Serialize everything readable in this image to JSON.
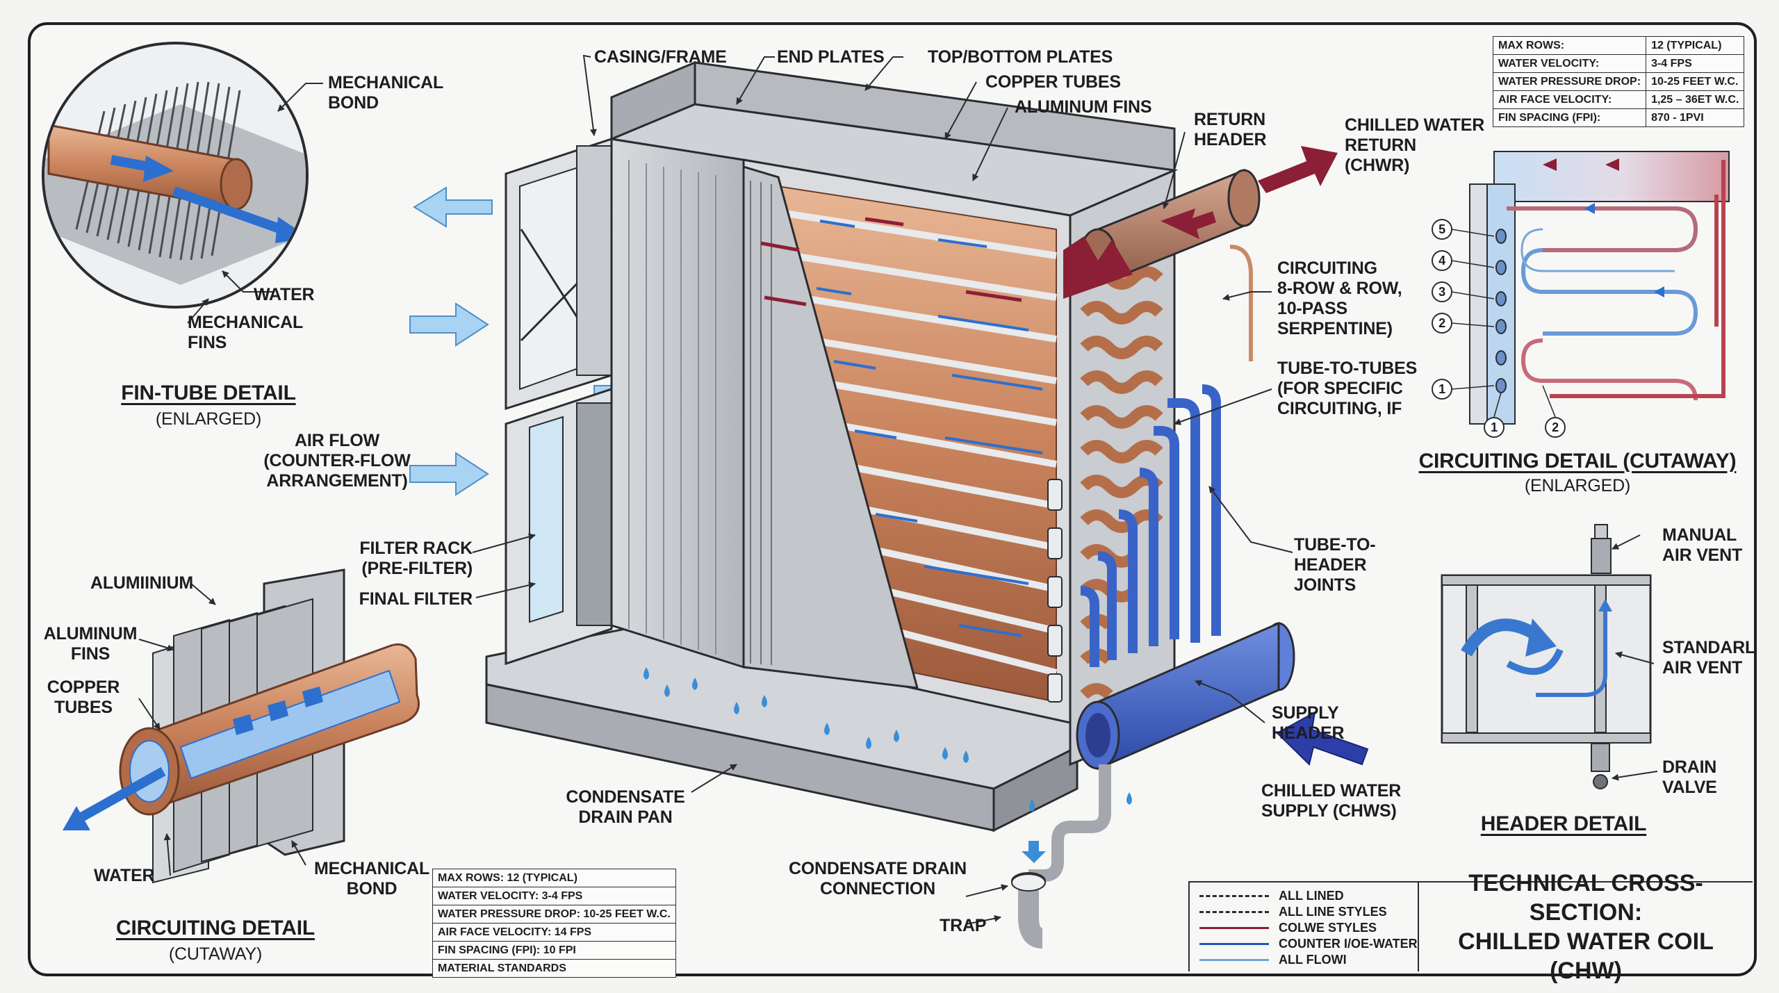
{
  "labels": {
    "mechanical_bond_top": "MECHANICAL\nBOND",
    "water_top": "WATER",
    "mechanical_fins": "MECHANICAL\nFINS",
    "fin_tube_title": "FIN-TUBE DETAIL",
    "fin_tube_sub": "(ENLARGED)",
    "casing_frame": "CASING/FRAME",
    "end_plates": "END PLATES",
    "top_bottom_plates": "TOP/BOTTOM PLATES",
    "copper_tubes": "COPPER TUBES",
    "aluminum_fins": "ALUMINUM FINS",
    "return_header": "RETURN\nHEADER",
    "chwr": "CHILLED WATER\nRETURN\n(CHWR)",
    "circuiting": "CIRCUITING\n8-ROW & ROW,\n10-PASS\nSERPENTINE)",
    "tube_to_tubes": "TUBE-TO-TUBES\n(FOR SPECIFIC\nCIRCUITING, IF",
    "tube_to_header": "TUBE-TO-\nHEADER\nJOINTS",
    "supply_header": "SUPPLY\nHEADER",
    "chws": "CHILLED WATER\nSUPPLY (CHWS)",
    "air_flow": "AIR FLOW\n(COUNTER-FLOW\nARRANGEMENT)",
    "filter_rack": "FILTER RACK\n(PRE-FILTER)",
    "final_filter": "FINAL FILTER",
    "condensate_drain_pan": "CONDENSATE\nDRAIN PAN",
    "condensate_drain_connection": "CONDENSATE DRAIN\nCONNECTION",
    "trap": "TRAP",
    "aluminium": "ALUMIINIUM",
    "aluminum_fins_left": "ALUMINUM\nFINS",
    "copper_tubes_left": "COPPER\nTUBES",
    "water_bottom": "WATER",
    "mechanical_bond_bottom": "MECHANICAL\nBOND",
    "circuiting_detail_title": "CIRCUITING DETAIL",
    "circuiting_detail_sub": "(CUTAWAY)",
    "circuiting_cutaway_title": "CIRCUITING DETAIL (CUTAWAY)",
    "circuiting_cutaway_sub": "(ENLARGED)",
    "manual_air_vent": "MANUAL\nAIR VENT",
    "standard_air_vent": "STANDARL\nAIR VENT",
    "drain_valve": "DRAIN\nVALVE",
    "header_detail_title": "HEADER DETAIL"
  },
  "circuit_numbers": {
    "n5": "5",
    "n4": "4",
    "n3": "3",
    "n2": "2",
    "n1": "1",
    "b1": "1",
    "b2": "2"
  },
  "spec_top": [
    [
      "MAX ROWS:",
      "12 (TYPICAL)"
    ],
    [
      "WATER VELOCITY:",
      "3-4 FPS"
    ],
    [
      "WATER PRESSURE DROP:",
      "10-25 FEET W.C."
    ],
    [
      "AIR FACE VELOCITY:",
      "1,25 – 36ET W.C."
    ],
    [
      "FIN SPACING (FPI):",
      "870 - 1PVI"
    ]
  ],
  "spec_bottom": [
    "MAX ROWS: 12 (TYPICAL)",
    "WATER VELOCITY: 3-4 FPS",
    "WATER PRESSURE DROP: 10-25 FEET W.C.",
    "AIR FACE VELOCITY: 14 FPS",
    "FIN SPACING (FPI): 10 FPI",
    "MATERIAL STANDARDS"
  ],
  "legend": [
    {
      "text": "ALL LINED",
      "color": "#2a2c30",
      "style": "dashed"
    },
    {
      "text": "ALL LINE STYLES",
      "color": "#2a2c30",
      "style": "dashdot"
    },
    {
      "text": "COLWE STYLES",
      "color": "#8a1f36",
      "style": "solid"
    },
    {
      "text": "COUNTER I/OE-WATER",
      "color": "#2456b8",
      "style": "solid"
    },
    {
      "text": "ALL FLOWI",
      "color": "#6aa6d8",
      "style": "solid"
    }
  ],
  "drawing_title": "TECHNICAL CROSS-SECTION:\nCHILLED WATER COIL (CHW)",
  "colors": {
    "copper": "#c98a66",
    "return_red": "#8a1f36",
    "supply_blue": "#3a63c8",
    "air_arrow": "#a9d3f2",
    "steel": "#c9ccd0"
  }
}
